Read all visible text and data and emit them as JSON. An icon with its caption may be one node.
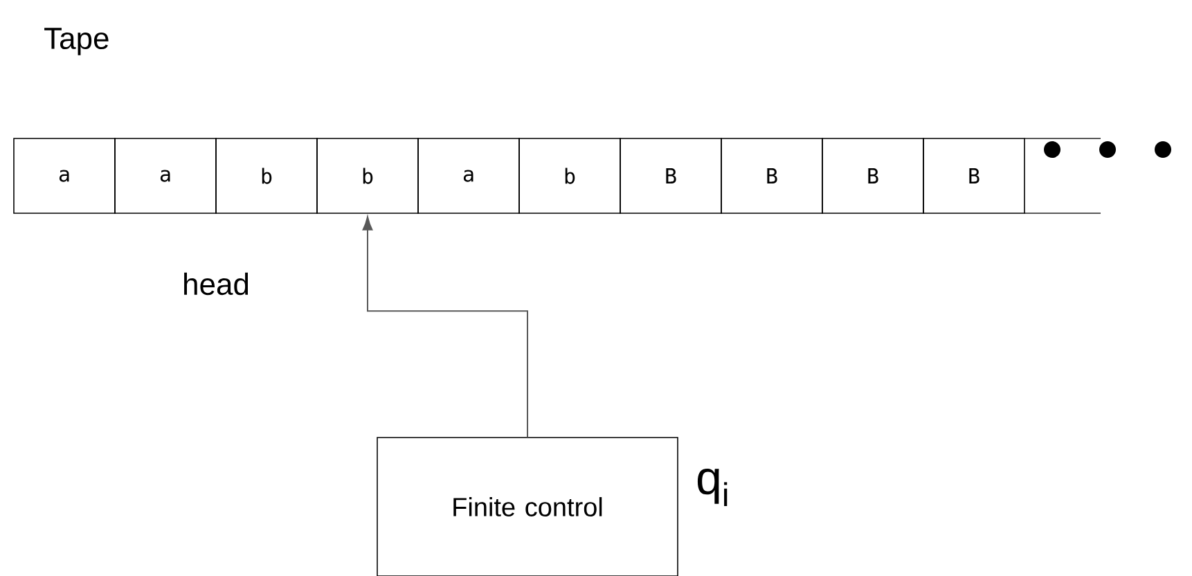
{
  "diagram": {
    "nodes": [
      {
        "text": [
          "a"
        ]
      },
      {
        "text": [
          "a"
        ]
      },
      {
        "text": [
          "b"
        ]
      },
      {
        "text": [
          "b"
        ]
      },
      {
        "text": [
          "a"
        ]
      },
      {
        "text": [
          "b"
        ]
      },
      {
        "text": [
          "B"
        ]
      },
      {
        "text": [
          "B"
        ]
      },
      {
        "text": [
          "B"
        ]
      },
      {
        "text": [
          "B"
        ]
      },
      {
        "text": [
          "Finite control"
        ],
        "beside": [
          "q$_{i}$"
        ]
      }
    ],
    "edges": [
      {
        "from": 10,
        "to": 3,
        "arrow": "to"
      }
    ],
    "labels": [
      "Tape",
      "head"
    ]
  }
}
